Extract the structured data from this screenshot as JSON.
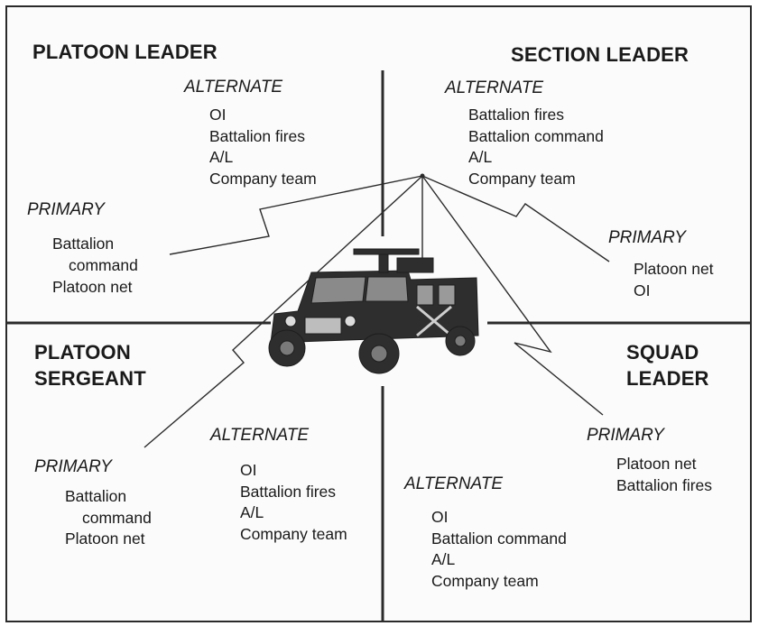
{
  "quadrants": {
    "top_left": {
      "title": "PLATOON LEADER",
      "alternate": {
        "label": "ALTERNATE",
        "items": [
          "OI",
          "Battalion fires",
          "A/L",
          "Company team"
        ]
      },
      "primary": {
        "label": "PRIMARY",
        "items": [
          "Battalion",
          "command",
          "Platoon net"
        ]
      }
    },
    "top_right": {
      "title": "SECTION LEADER",
      "alternate": {
        "label": "ALTERNATE",
        "items": [
          "Battalion fires",
          "Battalion command",
          "A/L",
          "Company team"
        ]
      },
      "primary": {
        "label": "PRIMARY",
        "items": [
          "Platoon net",
          "OI"
        ]
      }
    },
    "bottom_left": {
      "title_line1": "PLATOON",
      "title_line2": "SERGEANT",
      "alternate": {
        "label": "ALTERNATE",
        "items": [
          "OI",
          "Battalion fires",
          "A/L",
          "Company team"
        ]
      },
      "primary": {
        "label": "PRIMARY",
        "items": [
          "Battalion",
          "command",
          "Platoon net"
        ]
      }
    },
    "bottom_right": {
      "title_line1": "SQUAD",
      "title_line2": "LEADER",
      "alternate": {
        "label": "ALTERNATE",
        "items": [
          "OI",
          "Battalion command",
          "A/L",
          "Company team"
        ]
      },
      "primary": {
        "label": "PRIMARY",
        "items": [
          "Platoon net",
          "Battalion fires"
        ]
      }
    }
  },
  "colors": {
    "line": "#2b2b2b",
    "vehicle": "#2e2e2e",
    "background": "#fbfbfb"
  },
  "icons": {
    "vehicle": "humvee-icon",
    "antenna": "antenna-point-icon"
  }
}
